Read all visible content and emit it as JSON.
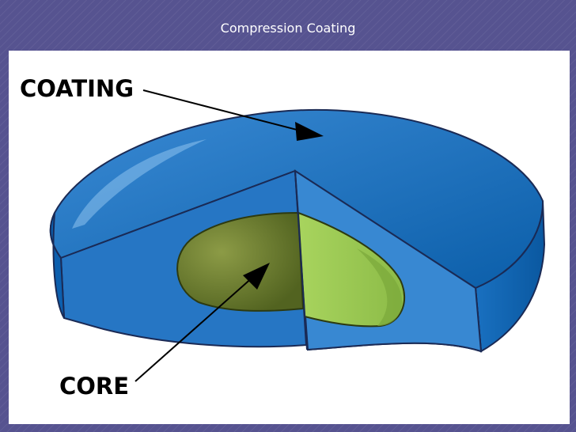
{
  "slide": {
    "title": "Compression Coating"
  },
  "diagram": {
    "labels": {
      "coating": "COATING",
      "core": "CORE"
    },
    "colors": {
      "background": "#565390",
      "coating_dark": "#0c64b4",
      "coating_mid": "#2b7cc6",
      "coating_light": "#4a95d6",
      "core_dark": "#536422",
      "core_olive": "#7d8e3c",
      "core_light": "#9fca57",
      "outline": "#1a2a55"
    }
  }
}
